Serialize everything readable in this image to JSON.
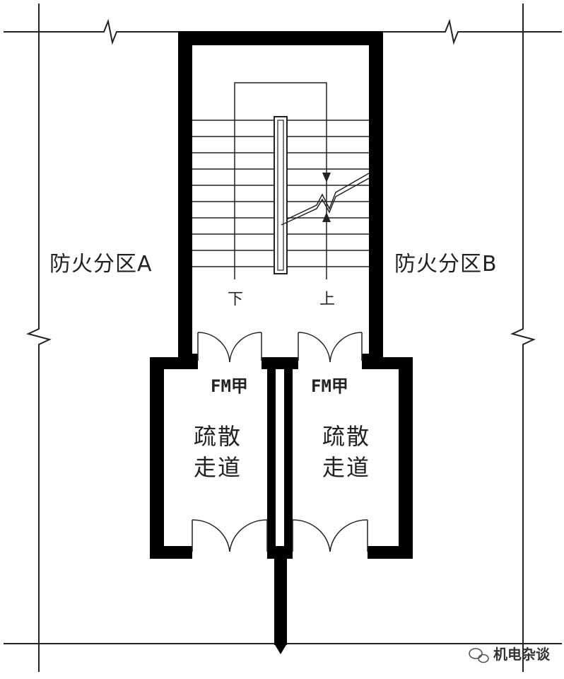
{
  "zones": {
    "left": "防火分区A",
    "right": "防火分区B"
  },
  "stair": {
    "down_label": "下",
    "up_label": "上"
  },
  "doors": {
    "left_code": "FM甲",
    "right_code": "FM甲"
  },
  "corridors": {
    "left": {
      "line1": "疏散",
      "line2": "走道"
    },
    "right": {
      "line1": "疏散",
      "line2": "走道"
    }
  },
  "watermark": {
    "text": "机电杂谈",
    "icon": "wechat-icon"
  },
  "colors": {
    "wall": "#000000",
    "line": "#222222",
    "background": "#ffffff"
  }
}
